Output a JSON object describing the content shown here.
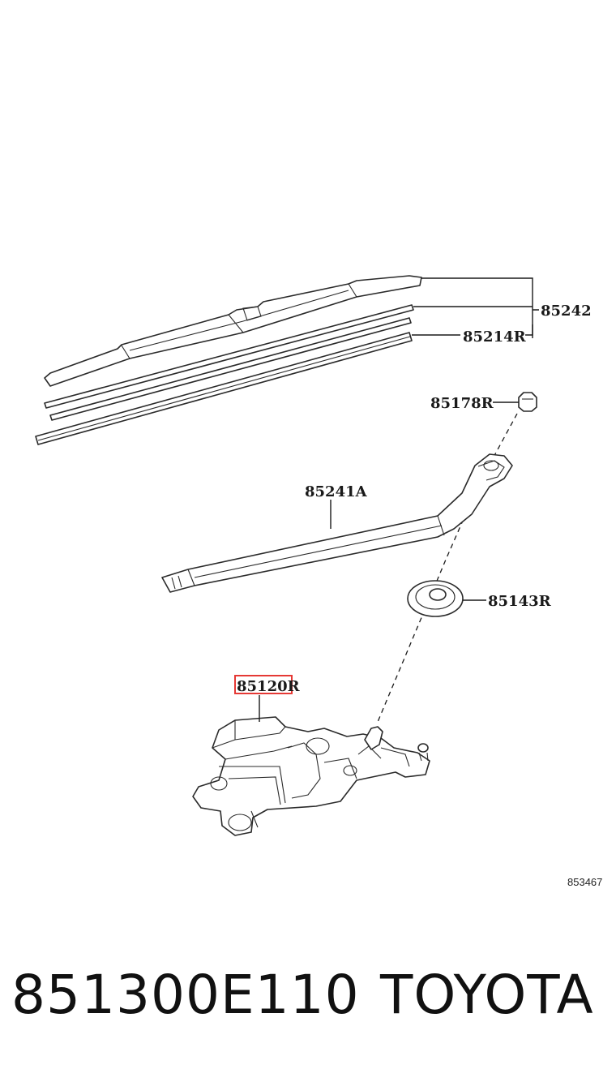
{
  "diagram": {
    "callouts": {
      "p85242": "85242",
      "p85214r": "85214R",
      "p85178r": "85178R",
      "p85241a": "85241A",
      "p85143r": "85143R",
      "p85120r_main": "85120",
      "p85120r_suffix": "R"
    },
    "highlight_color": "#e53935",
    "figure_code": "853467"
  },
  "footer": {
    "part_number": "851300E110",
    "brand": "TOYOTA"
  }
}
